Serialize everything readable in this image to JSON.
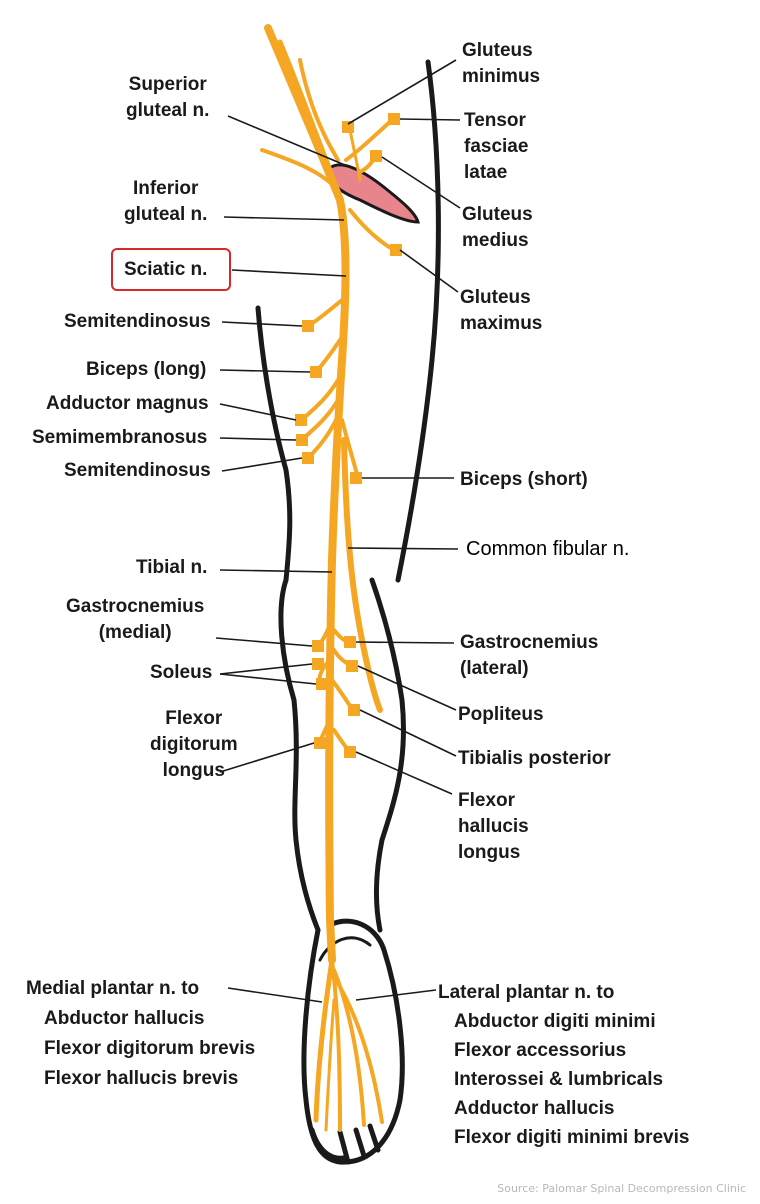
{
  "labels": {
    "superior_gluteal": [
      "Superior",
      "gluteal n."
    ],
    "inferior_gluteal": [
      "Inferior",
      "gluteal n."
    ],
    "sciatic": "Sciatic n.",
    "semitendinosus_1": "Semitendinosus",
    "biceps_long": "Biceps (long)",
    "adductor_magnus": "Adductor magnus",
    "semimembranosus": "Semimembranosus",
    "semitendinosus_2": "Semitendinosus",
    "tibial": "Tibial n.",
    "gastrocnemius_medial": [
      "Gastrocnemius",
      "(medial)"
    ],
    "soleus": "Soleus",
    "flexor_digitorum_longus": [
      "Flexor",
      "digitorum",
      "longus"
    ],
    "medial_plantar": [
      "Medial plantar n. to",
      "Abductor hallucis",
      "Flexor digitorum brevis",
      "Flexor hallucis brevis"
    ],
    "gluteus_minimus": [
      "Gluteus",
      "minimus"
    ],
    "tensor_fasciae_latae": [
      "Tensor",
      "fasciae",
      "latae"
    ],
    "gluteus_medius": [
      "Gluteus",
      "medius"
    ],
    "gluteus_maximus": [
      "Gluteus",
      "maximus"
    ],
    "biceps_short": "Biceps (short)",
    "common_fibular": "Common fibular n.",
    "gastrocnemius_lateral": [
      "Gastrocnemius",
      "(lateral)"
    ],
    "popliteus": "Popliteus",
    "tibialis_posterior": "Tibialis posterior",
    "flexor_hallucis_longus": [
      "Flexor",
      "hallucis",
      "longus"
    ],
    "lateral_plantar": [
      "Lateral plantar n. to",
      "Abductor digiti minimi",
      "Flexor accessorius",
      "Interossei & lumbricals",
      "Adductor hallucis",
      "Flexor digiti minimi brevis"
    ]
  },
  "source": "Source: Palomar Spinal Decompression Clinic",
  "highlighted_label": "Sciatic n.",
  "colors": {
    "nerve": "#f5a623",
    "muscle_marker": "#f5a623",
    "muscle_fill": "#e8848c",
    "outline": "#1a1a1a",
    "highlight": "#d9262a",
    "text": "#1a1a1a"
  }
}
